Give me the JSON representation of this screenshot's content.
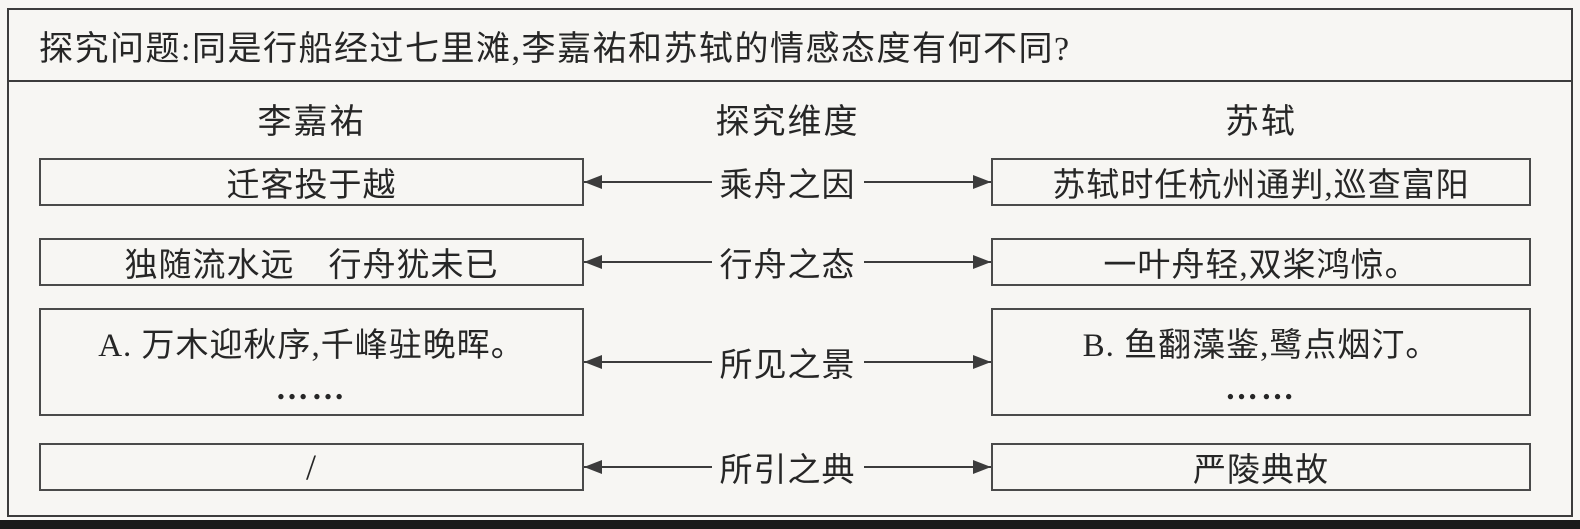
{
  "title": "探究问题:同是行船经过七里滩,李嘉祐和苏轼的情感态度有何不同?",
  "columns": {
    "left": "李嘉祐",
    "middle": "探究维度",
    "right": "苏轼"
  },
  "rows": [
    {
      "left": [
        "迁客投于越"
      ],
      "dimension": "乘舟之因",
      "right": [
        "苏轼时任杭州通判,巡查富阳"
      ]
    },
    {
      "left": [
        "独随流水远　行舟犹未已"
      ],
      "dimension": "行舟之态",
      "right": [
        "一叶舟轻,双桨鸿惊。"
      ]
    },
    {
      "left": [
        "A. 万木迎秋序,千峰驻晚晖。",
        "……"
      ],
      "dimension": "所见之景",
      "right": [
        "B. 鱼翻藻鉴,鹭点烟汀。",
        "……"
      ]
    },
    {
      "left": [
        "/"
      ],
      "dimension": "所引之典",
      "right": [
        "严陵典故"
      ]
    }
  ],
  "colors": {
    "paper": "#f7f6f3",
    "line": "#3c3c3c",
    "ink": "#262626"
  }
}
